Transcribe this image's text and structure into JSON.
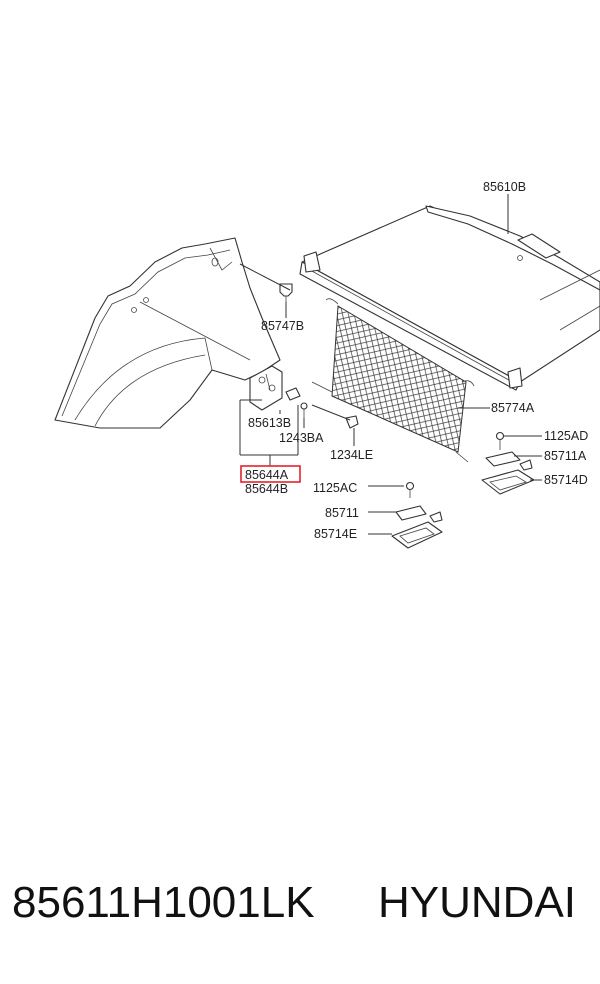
{
  "callouts": {
    "c85610B": "85610B",
    "c85747B": "85747B",
    "c85613B": "85613B",
    "c1243BA": "1243BA",
    "c1234LE": "1234LE",
    "c85644A": "85644A",
    "c85644B": "85644B",
    "c85774A": "85774A",
    "c1125AD": "1125AD",
    "c85711A": "85711A",
    "c85714D": "85714D",
    "c1125AC": "1125AC",
    "c85711": "85711",
    "c85714E": "85714E"
  },
  "caption": {
    "part_number": "85611H1001LK",
    "brand": "HYUNDAI"
  },
  "colors": {
    "highlight": "#e3242b",
    "line": "#333333"
  }
}
